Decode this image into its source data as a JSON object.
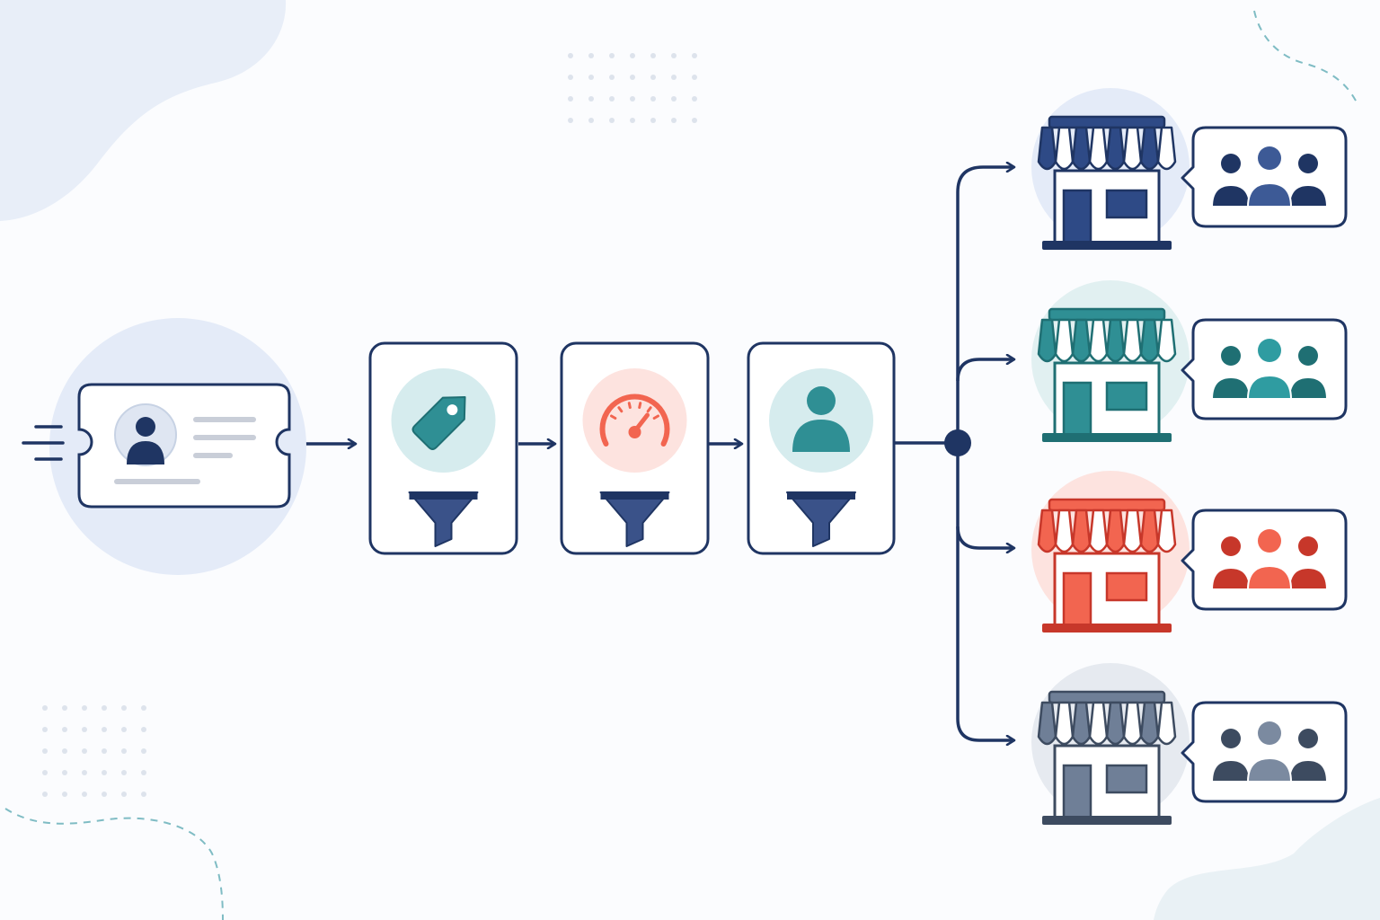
{
  "colors": {
    "navy": "#1f3563",
    "navy_mid": "#3a5289",
    "teal": "#2f8f94",
    "teal_dark": "#1f6f73",
    "teal_light": "#d6ecee",
    "coral": "#f26550",
    "coral_dark": "#c7372a",
    "coral_light": "#fde3df",
    "slate": "#6f7f97",
    "slate_dark": "#3d4b60",
    "blue_light": "#e4ebf8",
    "accent_dash": "#7fbcc4",
    "dots": "#dde3ec"
  },
  "diagram": {
    "source": {
      "icon": "user-ticket-icon"
    },
    "filters": [
      {
        "id": "tag",
        "icon": "price-tag-icon",
        "funnel_icon": "funnel-icon"
      },
      {
        "id": "speed",
        "icon": "speedometer-icon",
        "funnel_icon": "funnel-icon"
      },
      {
        "id": "user",
        "icon": "user-icon",
        "funnel_icon": "funnel-icon"
      }
    ],
    "router": {
      "icon": "junction-node"
    },
    "destinations": [
      {
        "id": "store-navy",
        "store_icon": "storefront-icon",
        "group_icon": "user-group-icon",
        "theme": "navy"
      },
      {
        "id": "store-teal",
        "store_icon": "storefront-icon",
        "group_icon": "user-group-icon",
        "theme": "teal"
      },
      {
        "id": "store-coral",
        "store_icon": "storefront-icon",
        "group_icon": "user-group-icon",
        "theme": "coral"
      },
      {
        "id": "store-slate",
        "store_icon": "storefront-icon",
        "group_icon": "user-group-icon",
        "theme": "slate"
      }
    ]
  }
}
